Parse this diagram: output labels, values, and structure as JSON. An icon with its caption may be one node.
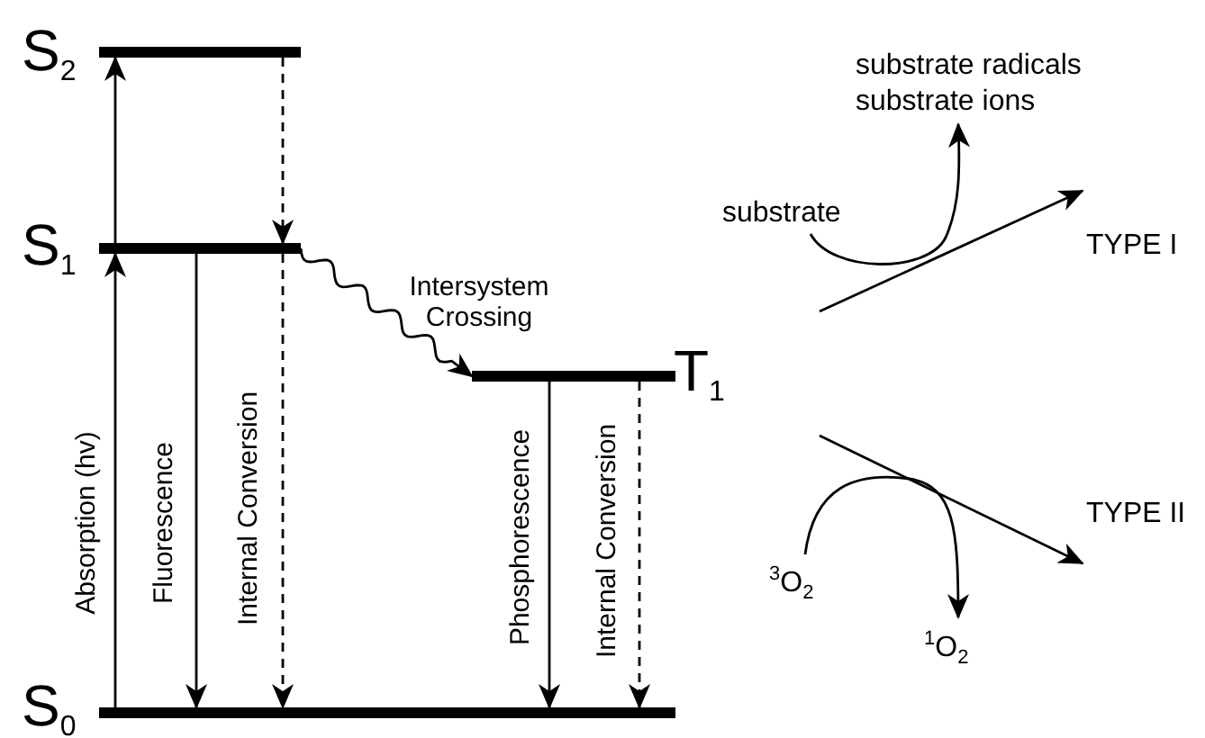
{
  "diagram": {
    "nodes": [
      {
        "text": [
          "S$_{2}$"
        ]
      },
      {
        "text": [
          "S$_{1}$"
        ]
      },
      {
        "text": [
          "T$_{1}$"
        ]
      },
      {
        "text": [
          "S$_{0}$"
        ]
      },
      {
        "text": [
          "substrate"
        ]
      },
      {
        "text": [
          "substrate radicals",
          "substrate ions"
        ]
      },
      {
        "text": [
          "$^{3}$O$_{2}$"
        ]
      },
      {
        "text": [
          "$^{1}$O$_{2}$"
        ]
      }
    ],
    "edges": [
      {
        "from": 3,
        "to": 1,
        "arrow": "to",
        "label": "Absorption (hv)"
      },
      {
        "from": 1,
        "to": 0,
        "arrow": "to"
      },
      {
        "from": 0,
        "to": 1,
        "arrow": "to",
        "style": "dashed"
      },
      {
        "from": 1,
        "to": 3,
        "arrow": "to",
        "label": "Fluorescence"
      },
      {
        "from": 1,
        "to": 3,
        "arrow": "to",
        "style": "dashed",
        "label": "Internal Conversion"
      },
      {
        "from": 1,
        "to": 2,
        "arrow": "to",
        "label": "Intersystem Crossing"
      },
      {
        "from": 2,
        "to": 3,
        "arrow": "to",
        "label": "Phosphorescence"
      },
      {
        "from": 2,
        "to": 3,
        "arrow": "to",
        "style": "dashed",
        "label": "Internal Conversion"
      },
      {
        "from": 4,
        "to": 5,
        "arrow": "to"
      },
      {
        "from": 6,
        "to": 7,
        "arrow": "to"
      }
    ],
    "labels": [
      "TYPE I",
      "TYPE II"
    ]
  }
}
